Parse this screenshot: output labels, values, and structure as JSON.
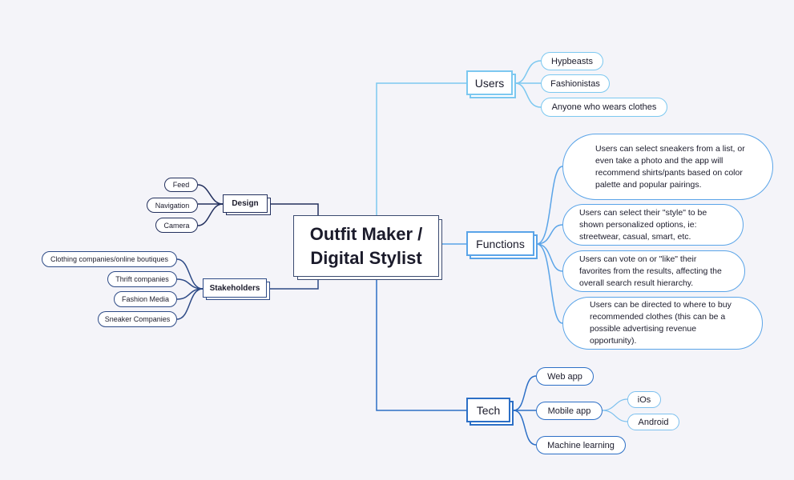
{
  "central": {
    "line1": "Outfit Maker /",
    "line2": "Digital Stylist"
  },
  "branches": {
    "users": {
      "label": "Users",
      "color": "#7cc8f0",
      "children": [
        "Hypbeasts",
        "Fashionistas",
        "Anyone who wears clothes"
      ]
    },
    "functions": {
      "label": "Functions",
      "color": "#5aa4e8",
      "children": [
        "Users can select sneakers from a list, or even take a photo and the app will recommend shirts/pants based on color palette and popular pairings.",
        "Users can select their \"style\" to be shown personalized options, ie: streetwear, casual, smart, etc.",
        "Users can vote on or \"like\" their favorites from the results, affecting the overall search result hierarchy.",
        "Users can be directed to where to buy recommended clothes (this can be a possible advertising revenue opportunity)."
      ]
    },
    "tech": {
      "label": "Tech",
      "color": "#2c6fc6",
      "children": [
        "Web app",
        "Mobile app",
        "Machine learning"
      ],
      "mobile_children": [
        "iOs",
        "Android"
      ]
    },
    "design": {
      "label": "Design",
      "color": "#23305e",
      "children": [
        "Feed",
        "Navigation",
        "Camera"
      ]
    },
    "stakeholders": {
      "label": "Stakeholders",
      "color": "#2d4a86",
      "children": [
        "Clothing companies/online boutiques",
        "Thrift companies",
        "Fashion Media",
        "Sneaker Companies"
      ]
    }
  }
}
